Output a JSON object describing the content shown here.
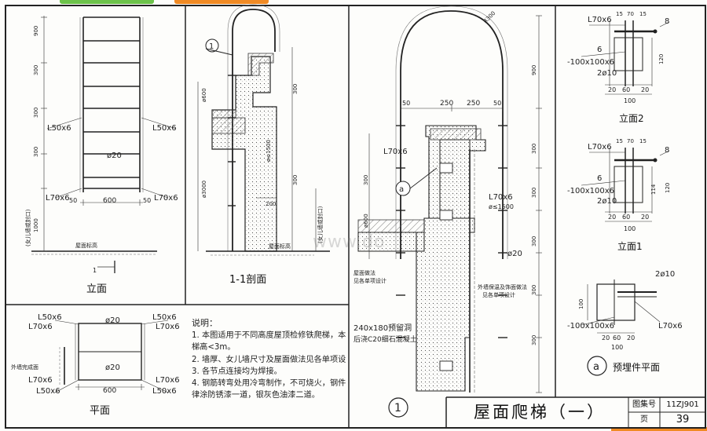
{
  "views": {
    "elevation_title": "立面",
    "section_title": "1-1剖面",
    "plan_title": "平面",
    "elev2_title": "立面2",
    "elev1_title": "立面1",
    "embed_title": "预埋件平面",
    "embed_circle": "a",
    "detail_circle": "1"
  },
  "labels": {
    "l50x6": "L50x6",
    "l70x6": "L70x6",
    "phi20": "ø20",
    "phi10": "ø10",
    "two_phi10": "2ø10",
    "plate": "-100x100x6",
    "dim_600": "600",
    "dim_900": "900",
    "dim_300": "300",
    "dim_250": "250",
    "dim_50": "50",
    "dim_100": "100",
    "dim_200": "200",
    "dim_20": "20",
    "dim_60": "60",
    "dim_70": "70",
    "dim_15": "15",
    "dim_1000": "1000",
    "dim_r300": "R300",
    "dim_ph1500": "ø≤1500",
    "dim_ph600": "ø600",
    "dim_ph3000": "ø3000",
    "dim_120": "120",
    "dim_114": "114",
    "num_8": "8",
    "num_6": "6",
    "num_1": "1",
    "roof_level": "屋面标高",
    "wall_finish": "外墙完成面",
    "roof_waterproof": "屋面做法\n见各单项设计",
    "wall_detail": "外墙保温及饰面做法\n见各单项设计",
    "beam_note_1": "240x180预留洞",
    "beam_note_2": "后浇C20细石混凝土",
    "vertical_note": "(女儿墙或封口)"
  },
  "notes": {
    "heading": "说明：",
    "items": [
      "1. 本图适用于不同高度屋顶检修铁爬梯，本梯",
      "   梯高<3m。",
      "2. 墙厚、女儿墙尺寸及屋面做法见各单项设计。",
      "3. 各节点连接均为焊接。",
      "4. 钢筋转弯处用冷弯制作，不可烧火，钢件一",
      "   律涂防锈漆一道，银灰色油漆二道。"
    ]
  },
  "title_block": {
    "title": "屋面爬梯（一）",
    "atlas_label": "图集号",
    "atlas_value": "11ZJ901",
    "page_label": "页",
    "page_value": "39"
  },
  "watermark": "www.do",
  "colors": {
    "line": "#2a2a2a",
    "hatch": "#555555",
    "green_button": "#6cc24a",
    "orange_button": "#f08a24"
  }
}
